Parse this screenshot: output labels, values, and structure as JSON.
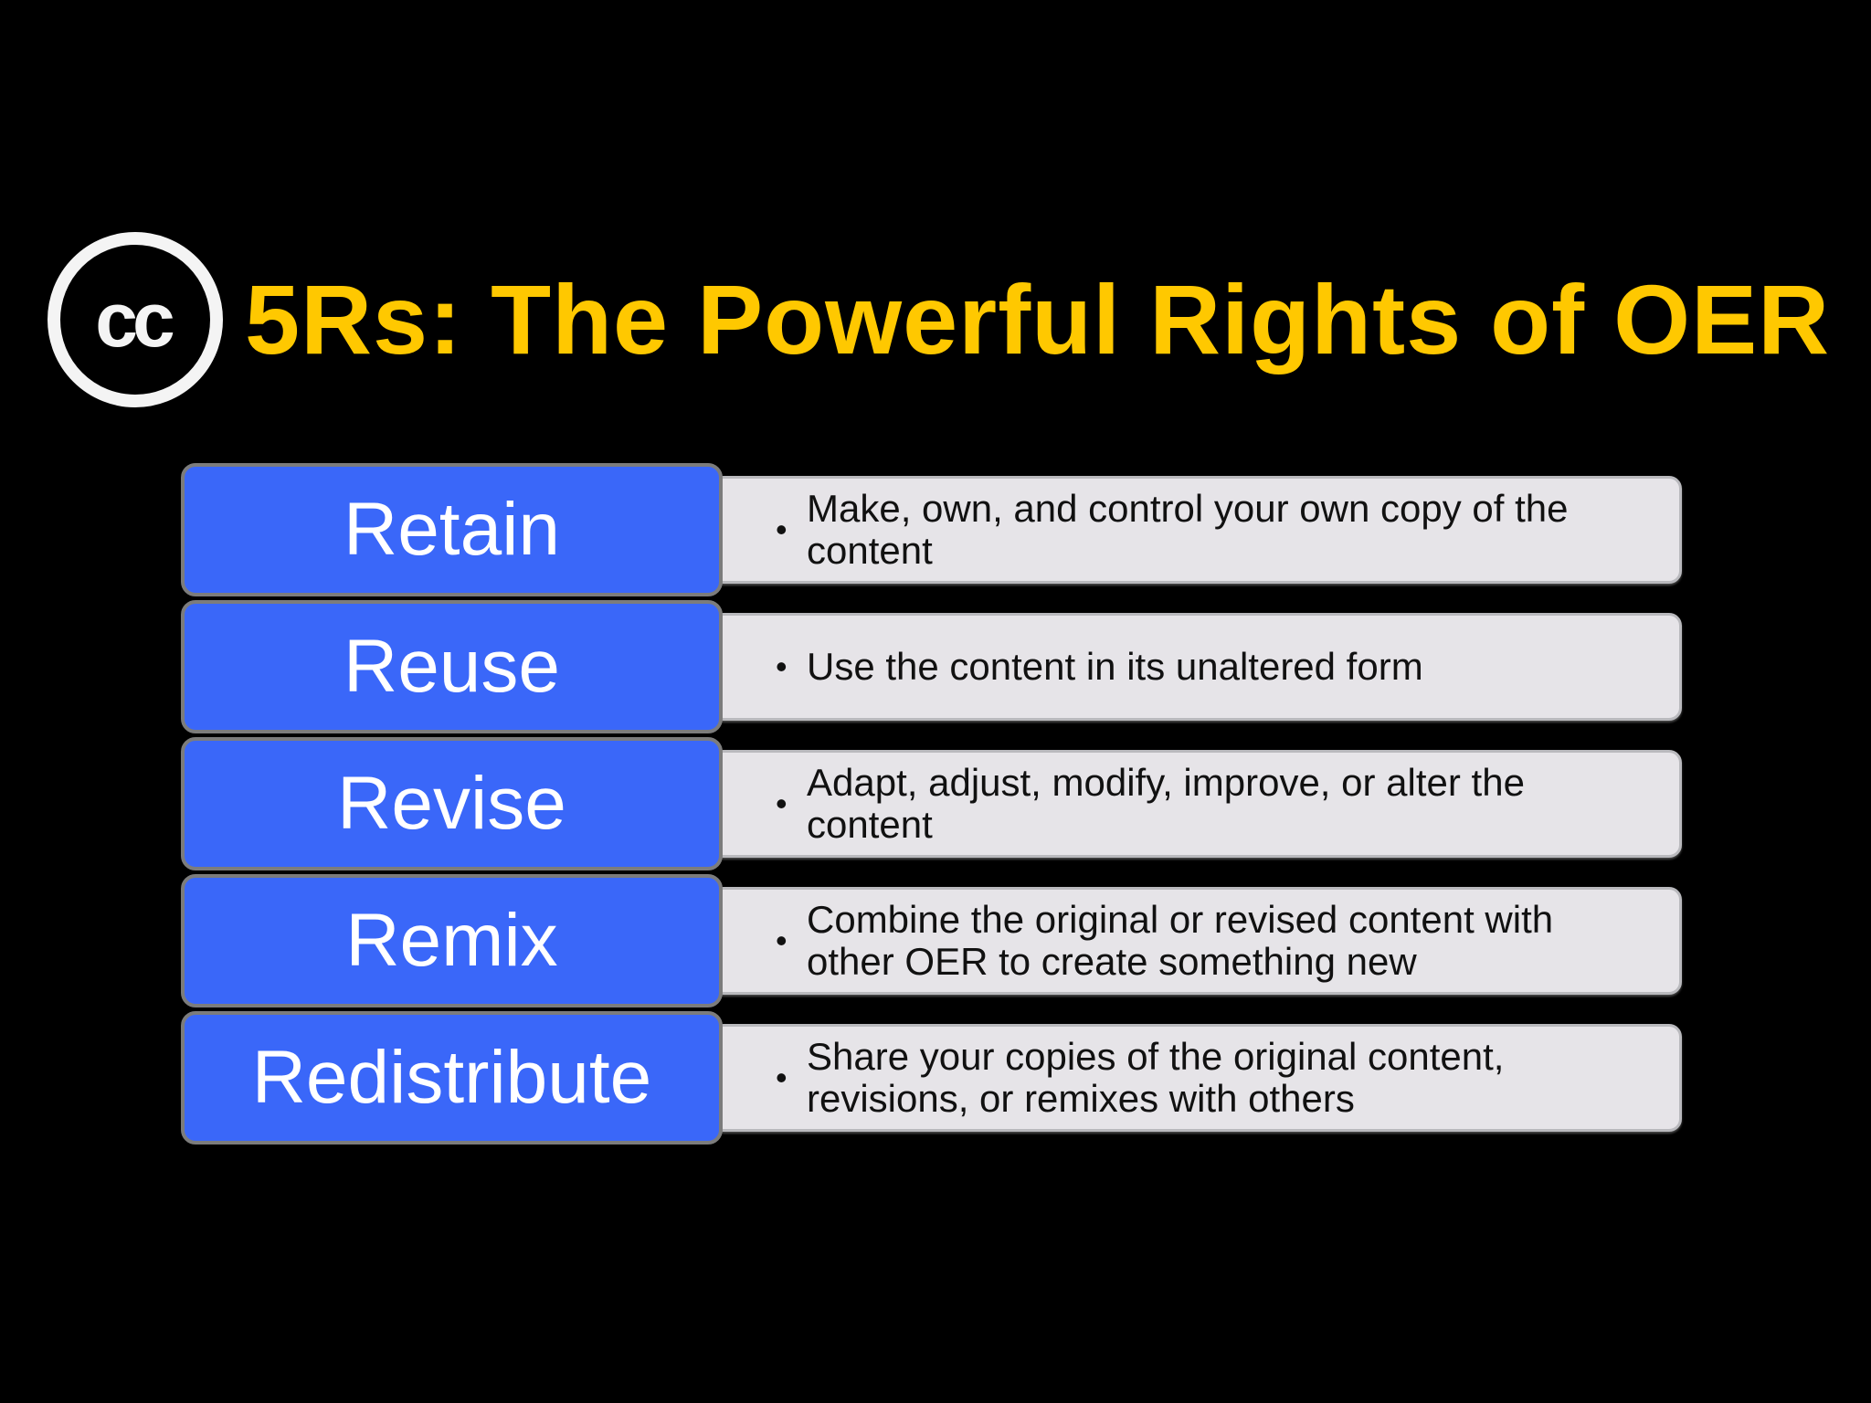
{
  "slide": {
    "logo": {
      "icon": "creative-commons-icon",
      "text": "cc"
    },
    "title": "5Rs: The Powerful Rights of OER",
    "colors": {
      "background": "#000000",
      "title": "#ffc800",
      "label_box": "#3a67f9",
      "desc_box": "#e6e4e8"
    },
    "rights": [
      {
        "label": "Retain",
        "bullet": "•",
        "description": "Make, own, and control your own copy of the content"
      },
      {
        "label": "Reuse",
        "bullet": "•",
        "description": "Use the content in its unaltered form"
      },
      {
        "label": "Revise",
        "bullet": "•",
        "description": "Adapt, adjust, modify, improve, or alter the content"
      },
      {
        "label": "Remix",
        "bullet": "•",
        "description": "Combine the original or revised content with other OER to create something new"
      },
      {
        "label": "Redistribute",
        "bullet": "•",
        "description": "Share your copies of the original content, revisions, or remixes with others"
      }
    ]
  }
}
